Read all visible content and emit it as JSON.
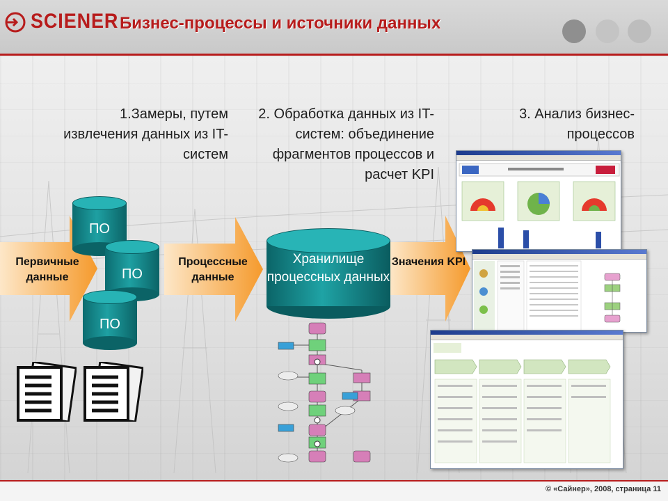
{
  "header": {
    "logo": "SCIENER",
    "title": "Бизнес-процессы и источники данных"
  },
  "steps": [
    {
      "text": "1.Замеры, путем извлечения данных из IT-систем"
    },
    {
      "text": "2. Обработка данных из IT-систем: объединение фрагментов процессов и расчет KPI"
    },
    {
      "text": "3. Анализ бизнес-процессов"
    }
  ],
  "arrows": {
    "primary": "Первичные данные",
    "process": "Процессные данные",
    "kpi": "Значения KPI"
  },
  "sources": [
    "ПО",
    "ПО",
    "ПО"
  ],
  "storage": "Хранилище процессных данных",
  "footer": "© «Сайнер», 2008, страница 11",
  "colors": {
    "brand": "#b71c1c",
    "cylinder": "#1ea0a2",
    "arrow": "#f7a23a"
  }
}
